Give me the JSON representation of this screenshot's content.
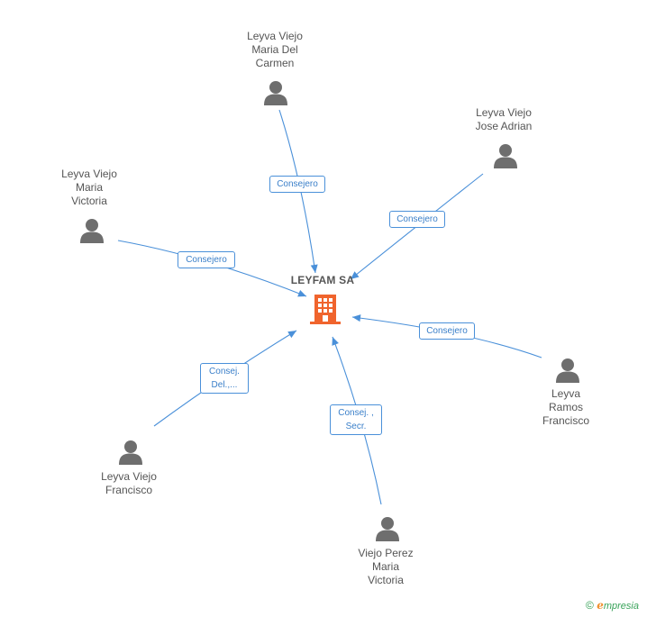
{
  "center": {
    "name": "LEYFAM SA",
    "icon": "building-icon",
    "color": "#f0642d"
  },
  "people": [
    {
      "id": "leyva-viejo-maria-del-carmen",
      "name_lines": [
        "Leyva Viejo",
        "Maria Del",
        "Carmen"
      ],
      "icon": "person-icon"
    },
    {
      "id": "leyva-viejo-jose-adrian",
      "name_lines": [
        "Leyva Viejo",
        "Jose Adrian"
      ],
      "icon": "person-icon"
    },
    {
      "id": "leyva-viejo-maria-victoria",
      "name_lines": [
        "Leyva Viejo",
        "Maria",
        "Victoria"
      ],
      "icon": "person-icon"
    },
    {
      "id": "leyva-ramos-francisco",
      "name_lines": [
        "Leyva",
        "Ramos",
        "Francisco"
      ],
      "icon": "person-icon"
    },
    {
      "id": "leyva-viejo-francisco",
      "name_lines": [
        "Leyva Viejo",
        "Francisco"
      ],
      "icon": "person-icon"
    },
    {
      "id": "viejo-perez-maria-victoria",
      "name_lines": [
        "Viejo Perez",
        "Maria",
        "Victoria"
      ],
      "icon": "person-icon"
    }
  ],
  "edges": [
    {
      "from": "leyva-viejo-maria-del-carmen",
      "label_lines": [
        "Consejero"
      ]
    },
    {
      "from": "leyva-viejo-jose-adrian",
      "label_lines": [
        "Consejero"
      ]
    },
    {
      "from": "leyva-viejo-maria-victoria",
      "label_lines": [
        "Consejero"
      ]
    },
    {
      "from": "leyva-ramos-francisco",
      "label_lines": [
        "Consejero"
      ]
    },
    {
      "from": "leyva-viejo-francisco",
      "label_lines": [
        "Consej.",
        "Del.,..."
      ]
    },
    {
      "from": "viejo-perez-maria-victoria",
      "label_lines": [
        "Consej. ,",
        "Secr."
      ]
    }
  ],
  "colors": {
    "edge": "#4a90d9",
    "person": "#6e6e6e",
    "text": "#555555"
  },
  "footer": {
    "copyright": "©",
    "brand_initial": "e",
    "brand_rest": "mpresia"
  }
}
